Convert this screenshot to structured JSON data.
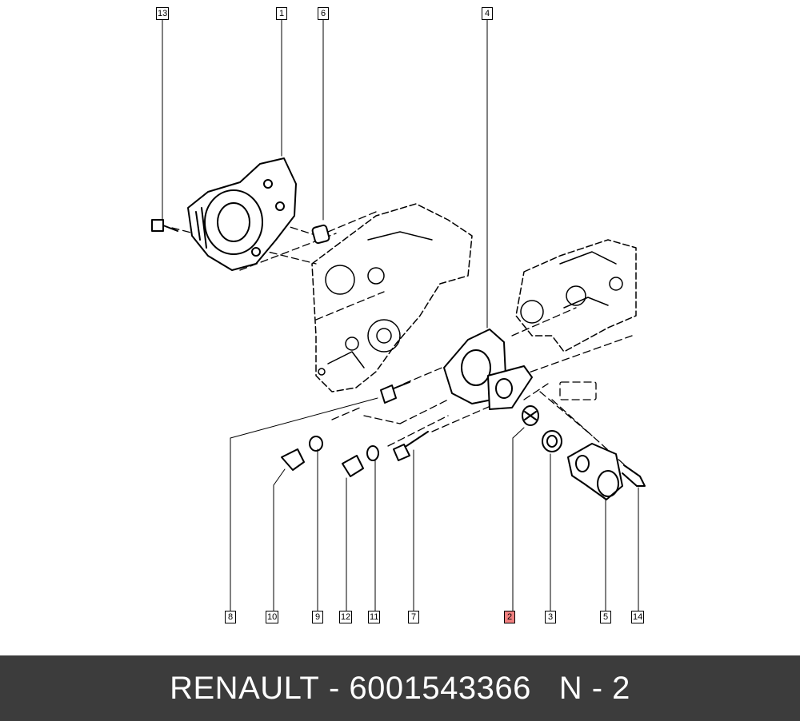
{
  "diagram": {
    "callouts": [
      {
        "id": "13",
        "highlighted": false
      },
      {
        "id": "1",
        "highlighted": false
      },
      {
        "id": "6",
        "highlighted": false
      },
      {
        "id": "4",
        "highlighted": false
      },
      {
        "id": "8",
        "highlighted": false
      },
      {
        "id": "10",
        "highlighted": false
      },
      {
        "id": "9",
        "highlighted": false
      },
      {
        "id": "12",
        "highlighted": false
      },
      {
        "id": "11",
        "highlighted": false
      },
      {
        "id": "7",
        "highlighted": false
      },
      {
        "id": "2",
        "highlighted": true
      },
      {
        "id": "3",
        "highlighted": false
      },
      {
        "id": "5",
        "highlighted": false
      },
      {
        "id": "14",
        "highlighted": false
      }
    ],
    "highlight_color": "#f08080"
  },
  "footer": {
    "brand": "RENAULT",
    "separator": " - ",
    "part_number": "6001543366",
    "gap": "   ",
    "position_label": "N - 2",
    "background_color": "#3c3c3c"
  }
}
